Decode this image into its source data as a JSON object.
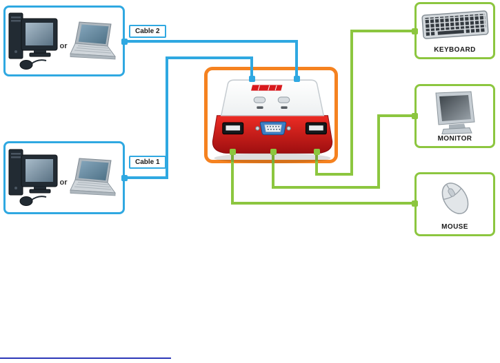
{
  "labels": {
    "or": "or",
    "cable1": "Cable 1",
    "cable2": "Cable 2",
    "keyboard": "KEYBOARD",
    "monitor": "MONITOR",
    "mouse": "MOUSE"
  },
  "icons": {
    "source_top": [
      "desktop-pc-icon",
      "laptop-icon"
    ],
    "source_bottom": [
      "desktop-pc-icon",
      "laptop-icon"
    ],
    "center_device": "kvm-switch-device",
    "peripherals": [
      "keyboard-icon",
      "crt-monitor-icon",
      "mouse-icon"
    ]
  },
  "colors": {
    "source_box_border": "#2FA8E1",
    "kvm_frame_border": "#F58220",
    "peripheral_box_border": "#8CC63F",
    "cable_blue": "#2FA8E1",
    "cable_green": "#8CC63F",
    "kvm_body_red": "#D8191D",
    "kvm_face_white": "#FFFFFF",
    "vga_port_blue": "#3B7EC4",
    "footer_rule_blue": "#2A35B8"
  }
}
